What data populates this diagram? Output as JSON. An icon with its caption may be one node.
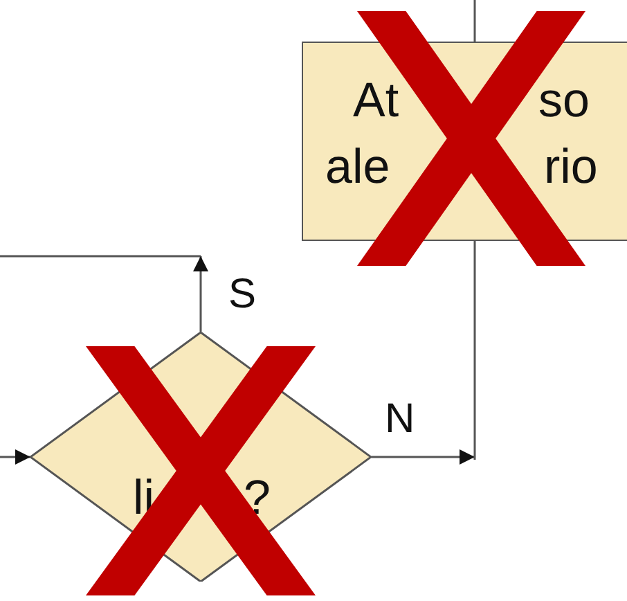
{
  "diagram": {
    "nodes": [
      {
        "text": [
          "At",
          "so",
          "ale",
          "rio"
        ]
      },
      {
        "text": [
          "li",
          "?"
        ]
      }
    ],
    "edges": [
      {
        "from": null,
        "to": 1,
        "arrow": "to"
      },
      {
        "from": 1,
        "to": null,
        "arrow": "to",
        "label": "S"
      },
      {
        "from": 1,
        "to": null,
        "arrow": "to",
        "label": "N"
      },
      {
        "from": 0,
        "to": null,
        "arrow": "none"
      },
      {
        "from": 0,
        "to": null,
        "arrow": "none"
      }
    ]
  }
}
